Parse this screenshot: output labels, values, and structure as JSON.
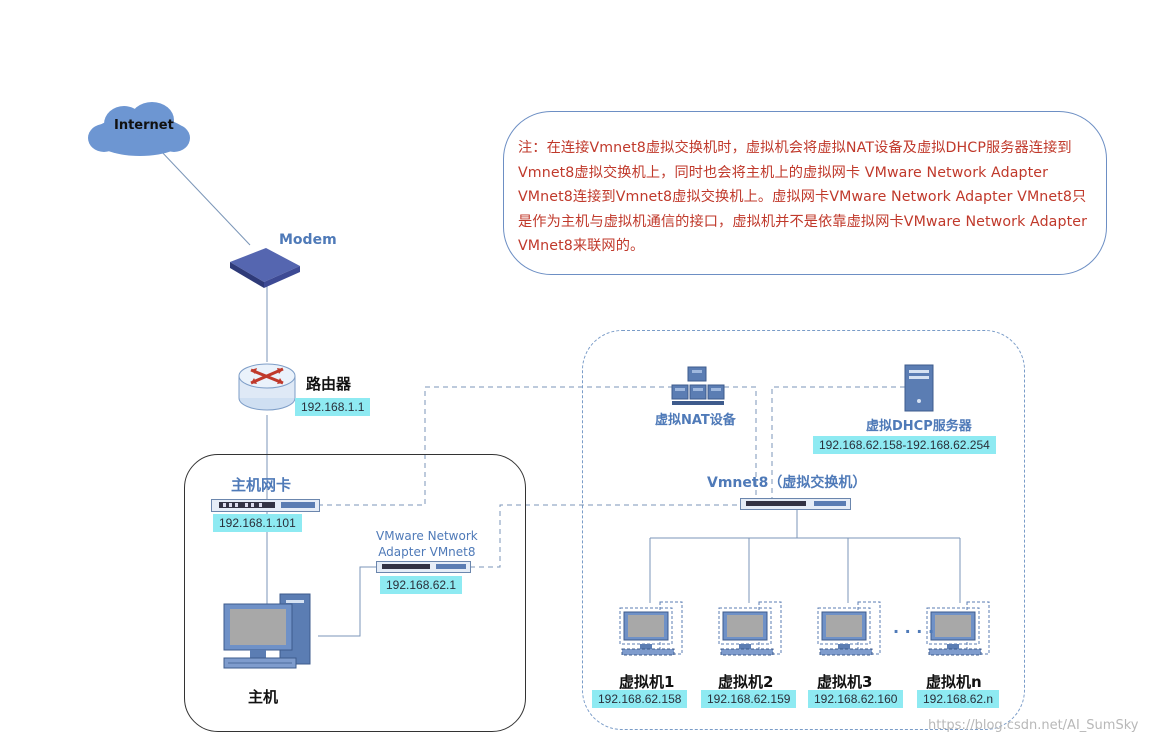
{
  "cloud": {
    "label": "Internet"
  },
  "modem": {
    "label": "Modem"
  },
  "router": {
    "label": "路由器",
    "ip": "192.168.1.1"
  },
  "note": {
    "text": "注：在连接Vmnet8虚拟交换机时，虚拟机会将虚拟NAT设备及虚拟DHCP服务器连接到Vmnet8虚拟交换机上，同时也会将主机上的虚拟网卡 VMware Network Adapter VMnet8连接到Vmnet8虚拟交换机上。虚拟网卡VMware Network Adapter VMnet8只是作为主机与虚拟机通信的接口，虚拟机并不是依靠虚拟网卡VMware Network Adapter VMnet8来联网的。"
  },
  "host_nic": {
    "label": "主机网卡",
    "ip": "192.168.1.101"
  },
  "vmnet8_adapter": {
    "label_line1": "VMware Network",
    "label_line2": "Adapter VMnet8",
    "ip": "192.168.62.1"
  },
  "host": {
    "label": "主机"
  },
  "nat": {
    "label": "虚拟NAT设备"
  },
  "dhcp": {
    "label": "虚拟DHCP服务器",
    "ip": "192.168.62.158-192.168.62.254"
  },
  "switch": {
    "label": "Vmnet8（虚拟交换机）"
  },
  "vms": [
    {
      "label": "虚拟机1",
      "ip": "192.168.62.158"
    },
    {
      "label": "虚拟机2",
      "ip": "192.168.62.159"
    },
    {
      "label": "虚拟机3",
      "ip": "192.168.62.160"
    },
    {
      "label": "虚拟机n",
      "ip": "192.168.62.n"
    }
  ],
  "ellipsis": "· · · ·",
  "watermark": "https://blog.csdn.net/AI_SumSky",
  "colors": {
    "ip_bg": "#8eeaf2",
    "note_text": "#c0392b",
    "device_blue": "#4f7ab8",
    "link_line": "#6f8fb3"
  }
}
